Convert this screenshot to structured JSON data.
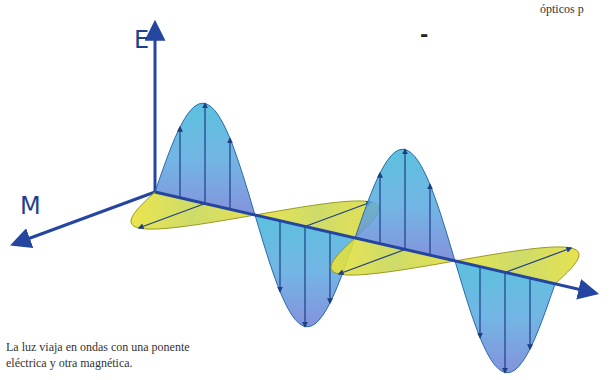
{
  "diagram": {
    "caption": "La luz viaja en ondas con una ponente eléctrica y otra magnética.",
    "labels": [
      "E",
      "M",
      "ópticos p",
      "-"
    ]
  }
}
